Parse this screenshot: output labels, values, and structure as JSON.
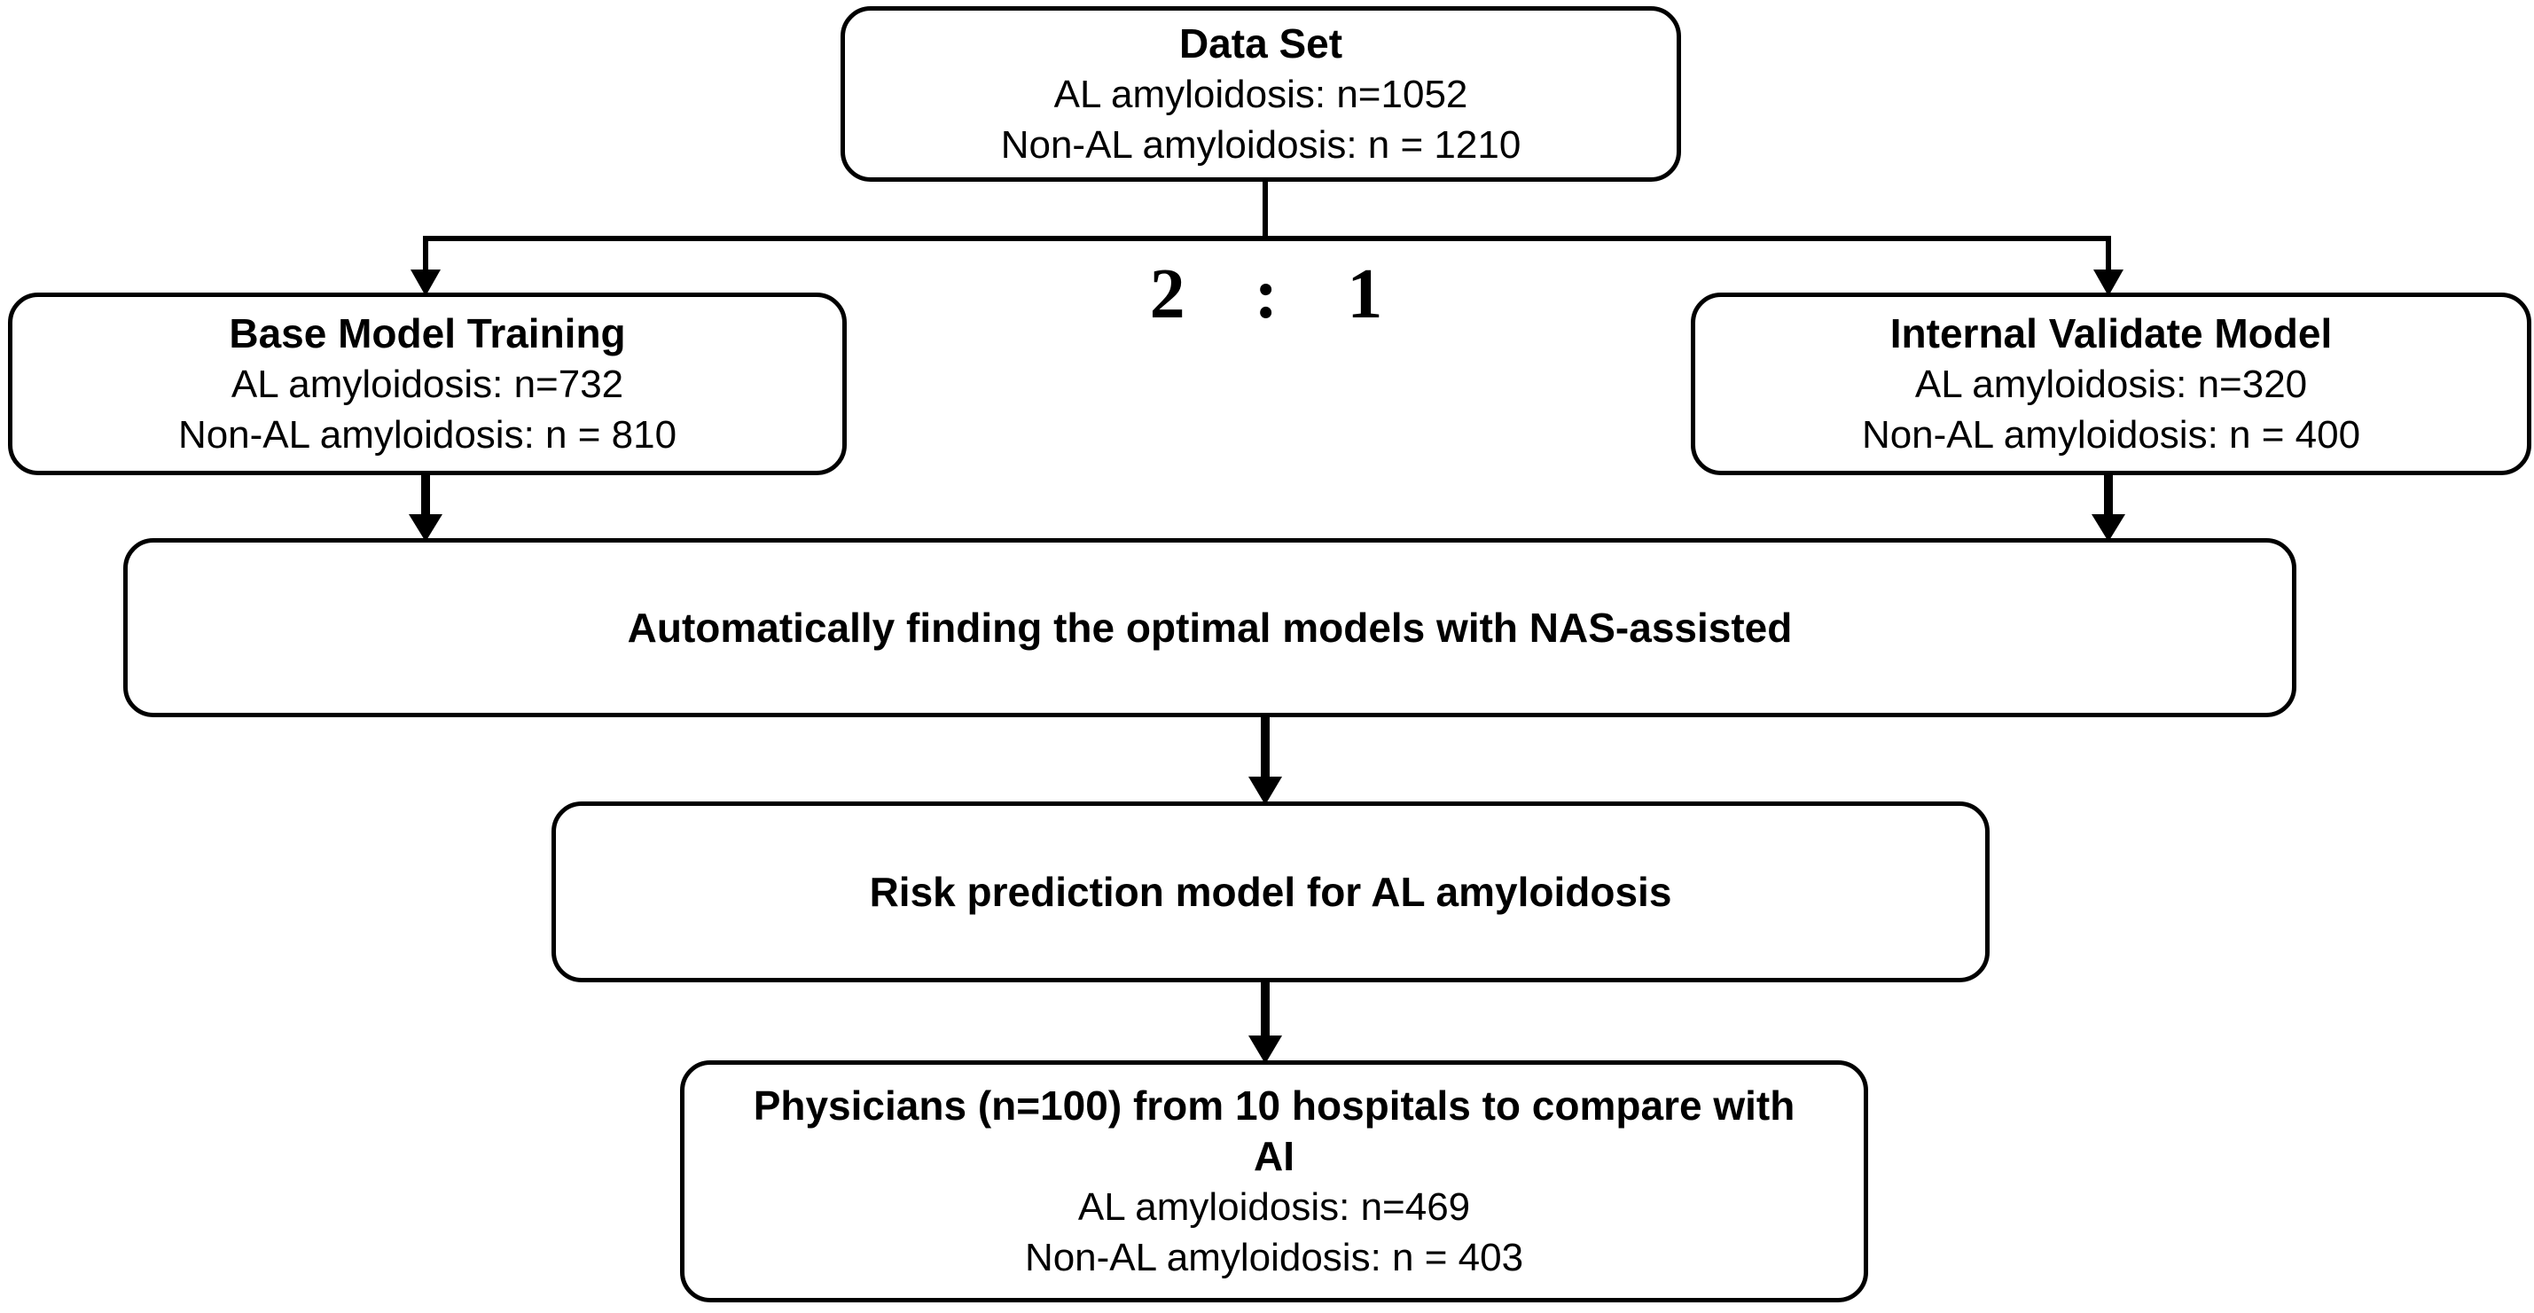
{
  "diagram": {
    "ratio_label": "2 : 1",
    "line_color": "#000000",
    "background_color": "#ffffff",
    "nodes": {
      "dataset": {
        "title": "Data Set",
        "lines": [
          "AL amyloidosis: n=1052",
          "Non-AL amyloidosis: n = 1210"
        ]
      },
      "training": {
        "title": "Base Model Training",
        "lines": [
          "AL amyloidosis: n=732",
          "Non-AL amyloidosis: n = 810"
        ]
      },
      "validation": {
        "title": "Internal Validate Model",
        "lines": [
          "AL amyloidosis: n=320",
          "Non-AL amyloidosis: n = 400"
        ]
      },
      "nas": {
        "title": "Automatically finding the optimal models with NAS-assisted"
      },
      "risk": {
        "title": "Risk prediction model for AL amyloidosis"
      },
      "physicians": {
        "title": "Physicians (n=100) from 10 hospitals to compare with AI",
        "lines": [
          "AL amyloidosis: n=469",
          "Non-AL amyloidosis: n = 403"
        ]
      }
    }
  }
}
